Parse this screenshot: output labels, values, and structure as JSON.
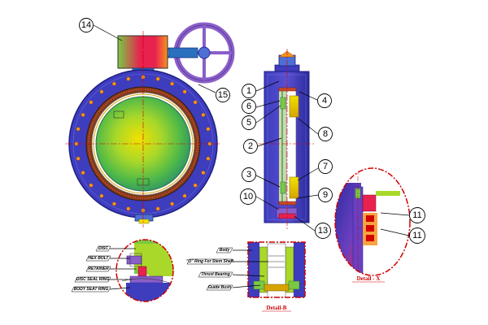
{
  "balloons": {
    "b14": "14",
    "b15": "15",
    "b1": "1",
    "b4": "4",
    "b6": "6",
    "b5": "5",
    "b8": "8",
    "b2": "2",
    "b7": "7",
    "b3": "3",
    "b9": "9",
    "b10": "10",
    "b13": "13",
    "b11a": "11",
    "b11b": "11"
  },
  "detail_left": {
    "labels": [
      "DISC",
      "HEX BOLT",
      "RETAINER",
      "DISC SEAL RING",
      "BODY SEAT RING"
    ]
  },
  "detail_b": {
    "title": "Detail-B",
    "labels": [
      "Body",
      "\"O\" Ring For Stem Shaft",
      "Thrust Bearing",
      "Guide Bush"
    ]
  },
  "detail_x": {
    "title": "Detail - X"
  },
  "colors": {
    "body_flange": "#3d3dbe",
    "disc_green": "#7ac943",
    "disc_yellow": "#f2e000",
    "gearbox_red": "#e8214f",
    "handwheel": "#8a5fc9",
    "centerline": "#d40000"
  }
}
